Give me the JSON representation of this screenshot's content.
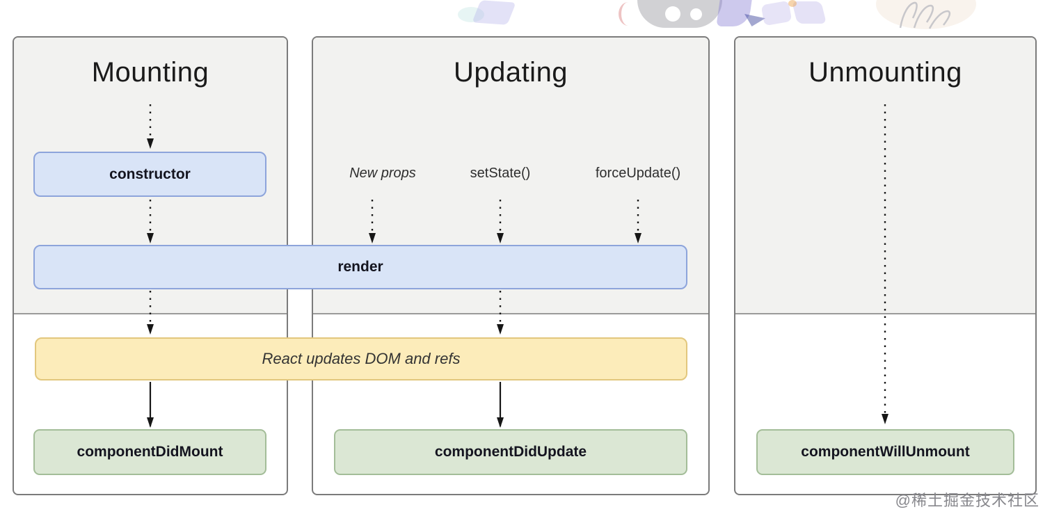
{
  "diagram": {
    "columns": [
      {
        "title": "Mounting"
      },
      {
        "title": "Updating",
        "triggers": [
          {
            "label": "New props"
          },
          {
            "label": "setState()"
          },
          {
            "label": "forceUpdate()"
          }
        ]
      },
      {
        "title": "Unmounting"
      }
    ],
    "nodes": {
      "constructor": "constructor",
      "render": "render",
      "react_updates": "React updates DOM and refs",
      "did_mount": "componentDidMount",
      "did_update": "componentDidUpdate",
      "will_unmount": "componentWillUnmount"
    }
  },
  "watermark": "@稀土掘金技术社区",
  "colors": {
    "lifecycle_box_fill": "#d9e4f7",
    "lifecycle_box_border": "#8da4db",
    "react_action_fill": "#fcecba",
    "react_action_border": "#e2c77d",
    "commit_box_fill": "#dbe7d4",
    "commit_box_border": "#a3bd98",
    "panel_top_fill": "#f2f2f0",
    "panel_border": "#7b7b7b",
    "arrow": "#161616"
  }
}
